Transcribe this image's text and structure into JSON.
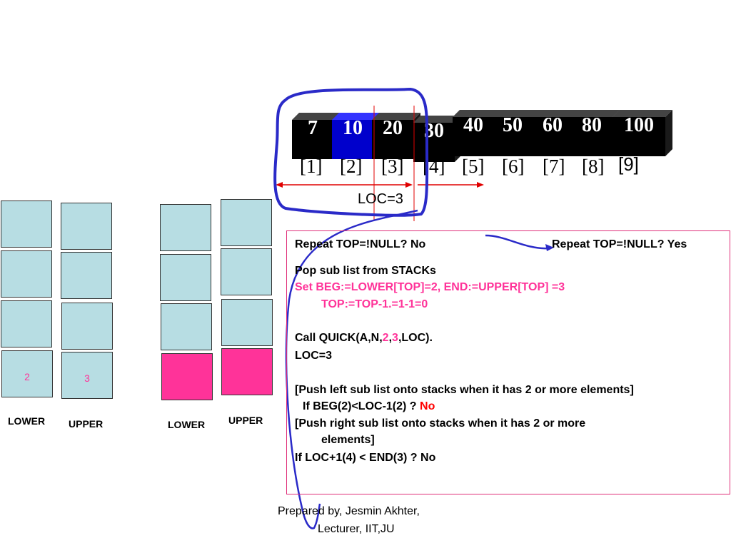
{
  "array": {
    "cells": [
      {
        "value": "7",
        "index": "[1]",
        "color": "#000000"
      },
      {
        "value": "10",
        "index": "[2]",
        "color": "#0000cc"
      },
      {
        "value": "20",
        "index": "[3]",
        "color": "#000000"
      },
      {
        "value": "30",
        "index": "[4]",
        "color": "#000000"
      },
      {
        "value": "40",
        "index": "[5]",
        "color": "#000000"
      },
      {
        "value": "50",
        "index": "[6]",
        "color": "#000000"
      },
      {
        "value": "60",
        "index": "[7]",
        "color": "#000000"
      },
      {
        "value": "80",
        "index": "[8]",
        "color": "#000000"
      },
      {
        "value": "100",
        "index": "[9]",
        "color": "#000000"
      }
    ]
  },
  "loc_label": "LOC=3",
  "stacks": {
    "left": {
      "lower_label": "LOWER",
      "upper_label": "UPPER",
      "lower_bottom_value": "2",
      "upper_bottom_value": "3"
    },
    "right": {
      "lower_label": "LOWER",
      "upper_label": "UPPER"
    }
  },
  "steps": {
    "line1_left": "Repeat TOP=!NULL? No",
    "line1_right": "Repeat TOP=!NULL? Yes",
    "line2": "Pop sub list from STACKs",
    "line3": "Set BEG:=LOWER[TOP]=2, END:=UPPER[TOP] =3",
    "line4": "TOP:=TOP-1.=1-1=0",
    "line5_a": "Call QUICK(A,N,",
    "line5_b": "2",
    "line5_c": ",",
    "line5_d": "3",
    "line5_e": ",LOC).",
    "line6": "LOC=3",
    "line7": "[Push left sub list onto stacks when it has 2 or more elements]",
    "line8_a": "If BEG(2)<LOC-1(2) ? ",
    "line8_b": "No",
    "line9": "[Push right sub list onto stacks when it has 2 or more",
    "line10": "elements]",
    "line11": "If LOC+1(4) < END(3) ? No"
  },
  "footer": {
    "line1": "Prepared by, Jesmin Akhter,",
    "line2": "Lecturer, IIT,JU"
  },
  "colors": {
    "accent_pink": "#ff3399",
    "stack_fill": "#b7dde3",
    "annotation_blue": "#2a2ac8",
    "arrow_red": "#e00000"
  }
}
